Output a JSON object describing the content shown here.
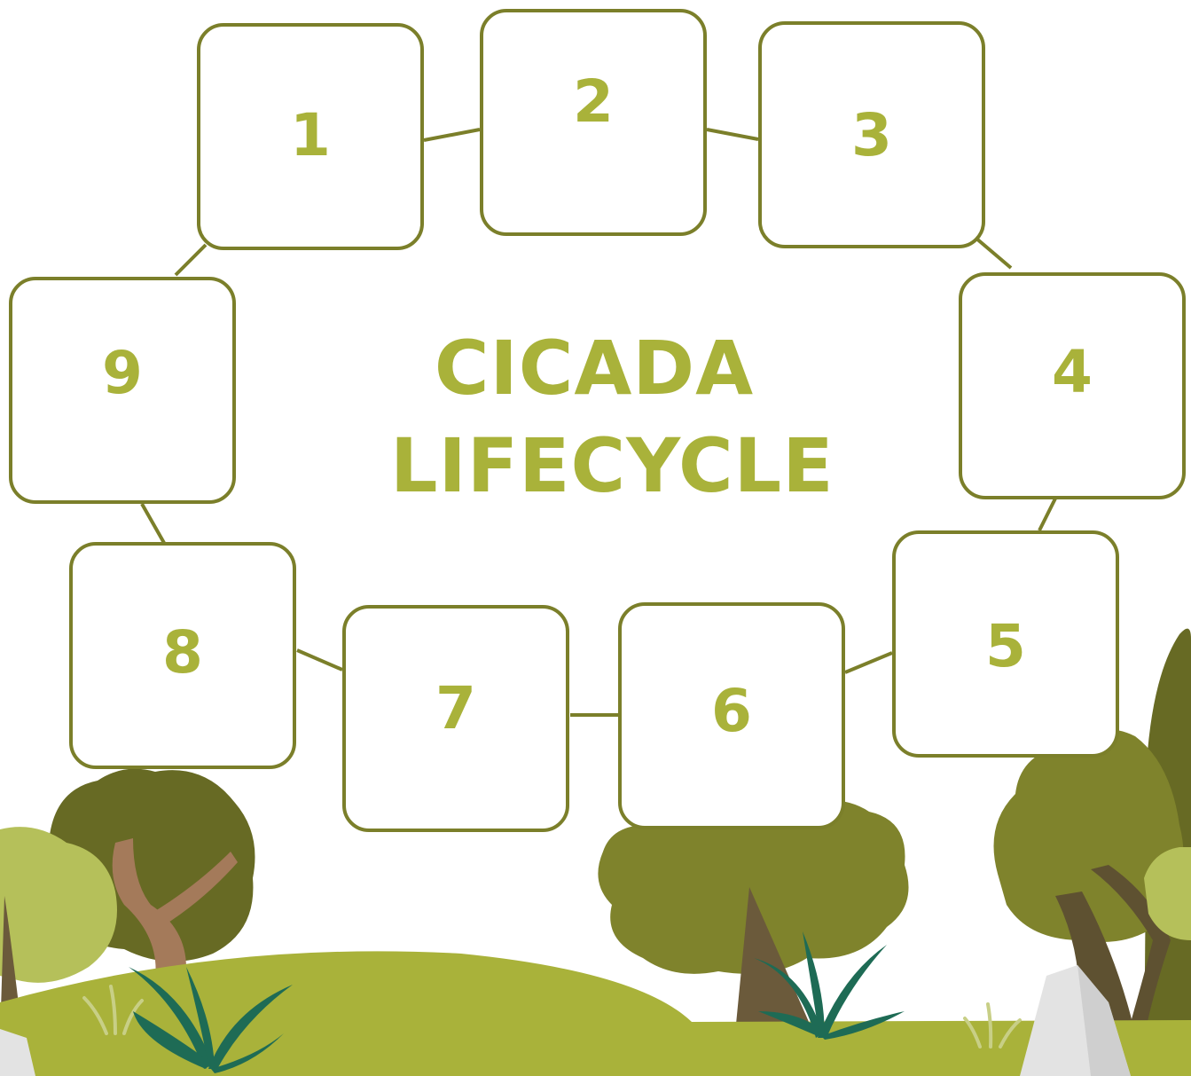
{
  "title": {
    "line1": "CICADA",
    "line2": "LIFECYCLE"
  },
  "steps": [
    "1",
    "2",
    "3",
    "4",
    "5",
    "6",
    "7",
    "8",
    "9"
  ],
  "colors": {
    "accent": "#a9b23a",
    "outline": "#7b7f2a",
    "grass": "#a9b23a",
    "tree_dark": "#676a24",
    "tree_mid": "#7f832c",
    "tree_light": "#b5c05a",
    "trunk": "#6b5a3b",
    "leaf": "#1e6b55",
    "rock": "#d9d9d9"
  }
}
